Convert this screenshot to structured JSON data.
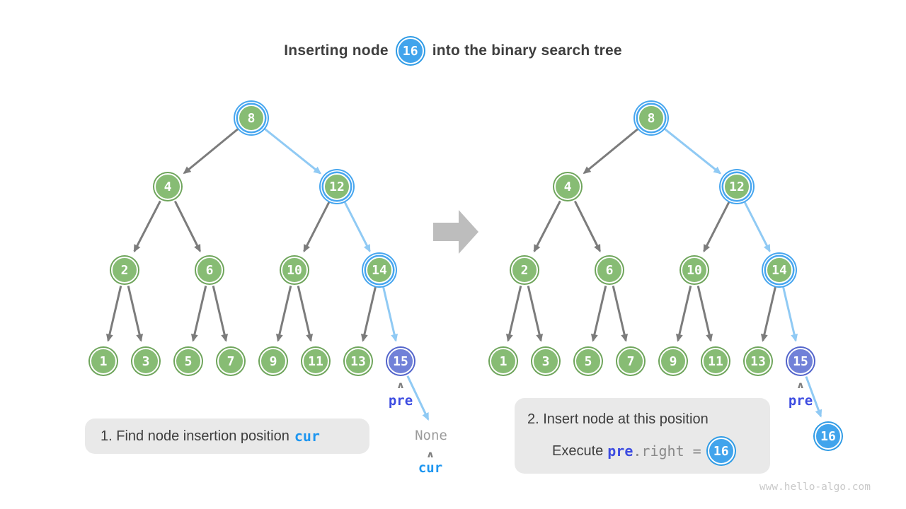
{
  "title": {
    "before": "Inserting node",
    "node_value": "16",
    "after": "into the binary search tree"
  },
  "trees": [
    {
      "id": "before",
      "nodes": [
        {
          "value": "8",
          "style": "visited"
        },
        {
          "value": "4",
          "style": "normal"
        },
        {
          "value": "12",
          "style": "visited"
        },
        {
          "value": "2",
          "style": "normal"
        },
        {
          "value": "6",
          "style": "normal"
        },
        {
          "value": "10",
          "style": "normal"
        },
        {
          "value": "14",
          "style": "visited"
        },
        {
          "value": "1",
          "style": "normal"
        },
        {
          "value": "3",
          "style": "normal"
        },
        {
          "value": "5",
          "style": "normal"
        },
        {
          "value": "7",
          "style": "normal"
        },
        {
          "value": "9",
          "style": "normal"
        },
        {
          "value": "11",
          "style": "normal"
        },
        {
          "value": "13",
          "style": "normal"
        },
        {
          "value": "15",
          "style": "pre"
        }
      ],
      "edges": [
        {
          "from": "8",
          "to": "4",
          "style": "normal"
        },
        {
          "from": "8",
          "to": "12",
          "style": "path"
        },
        {
          "from": "4",
          "to": "2",
          "style": "normal"
        },
        {
          "from": "4",
          "to": "6",
          "style": "normal"
        },
        {
          "from": "12",
          "to": "10",
          "style": "normal"
        },
        {
          "from": "12",
          "to": "14",
          "style": "path"
        },
        {
          "from": "2",
          "to": "1",
          "style": "normal"
        },
        {
          "from": "2",
          "to": "3",
          "style": "normal"
        },
        {
          "from": "6",
          "to": "5",
          "style": "normal"
        },
        {
          "from": "6",
          "to": "7",
          "style": "normal"
        },
        {
          "from": "10",
          "to": "9",
          "style": "normal"
        },
        {
          "from": "10",
          "to": "11",
          "style": "normal"
        },
        {
          "from": "14",
          "to": "13",
          "style": "normal"
        },
        {
          "from": "14",
          "to": "15",
          "style": "path"
        },
        {
          "from": "15",
          "to": "None",
          "style": "path"
        }
      ],
      "pointer_pre": "pre",
      "pointer_cur": "cur",
      "none_label": "None"
    },
    {
      "id": "after",
      "nodes": [
        {
          "value": "8",
          "style": "visited"
        },
        {
          "value": "4",
          "style": "normal"
        },
        {
          "value": "12",
          "style": "visited"
        },
        {
          "value": "2",
          "style": "normal"
        },
        {
          "value": "6",
          "style": "normal"
        },
        {
          "value": "10",
          "style": "normal"
        },
        {
          "value": "14",
          "style": "visited"
        },
        {
          "value": "1",
          "style": "normal"
        },
        {
          "value": "3",
          "style": "normal"
        },
        {
          "value": "5",
          "style": "normal"
        },
        {
          "value": "7",
          "style": "normal"
        },
        {
          "value": "9",
          "style": "normal"
        },
        {
          "value": "11",
          "style": "normal"
        },
        {
          "value": "13",
          "style": "normal"
        },
        {
          "value": "15",
          "style": "pre"
        },
        {
          "value": "16",
          "style": "new"
        }
      ],
      "edges": [
        {
          "from": "8",
          "to": "4",
          "style": "normal"
        },
        {
          "from": "8",
          "to": "12",
          "style": "path"
        },
        {
          "from": "4",
          "to": "2",
          "style": "normal"
        },
        {
          "from": "4",
          "to": "6",
          "style": "normal"
        },
        {
          "from": "12",
          "to": "10",
          "style": "normal"
        },
        {
          "from": "12",
          "to": "14",
          "style": "path"
        },
        {
          "from": "2",
          "to": "1",
          "style": "normal"
        },
        {
          "from": "2",
          "to": "3",
          "style": "normal"
        },
        {
          "from": "6",
          "to": "5",
          "style": "normal"
        },
        {
          "from": "6",
          "to": "7",
          "style": "normal"
        },
        {
          "from": "10",
          "to": "9",
          "style": "normal"
        },
        {
          "from": "10",
          "to": "11",
          "style": "normal"
        },
        {
          "from": "14",
          "to": "13",
          "style": "normal"
        },
        {
          "from": "14",
          "to": "15",
          "style": "path"
        },
        {
          "from": "15",
          "to": "16",
          "style": "path"
        }
      ],
      "pointer_pre": "pre"
    }
  ],
  "captions": {
    "step1": {
      "text": "1. Find node insertion position",
      "code": "cur"
    },
    "step2": {
      "line1": "2. Insert node at this position",
      "line2_prefix": "Execute",
      "code_pre": "pre",
      "code_rest": ".right = ",
      "node_value": "16"
    }
  },
  "icons": {
    "caret_up": "∧"
  },
  "watermark": "www.hello-algo.com",
  "colors": {
    "node_green_fill": "#87BC74",
    "node_green_stroke": "#6FA55C",
    "node_purple_fill": "#7181D8",
    "node_purple_stroke": "#5365CB",
    "node_blue_fill": "#41A4EC",
    "node_blue_stroke": "#2F9BE5",
    "highlight_ring_blue": "#47A6EF",
    "edge_gray": "#7C7C7C",
    "edge_path_blue": "#90CAF4",
    "transition_arrow_gray": "#BDBDBD",
    "caption_bg": "#E9E9E9",
    "text_dark": "#3D3D3D",
    "code_pre_indigo": "#3D4CE1",
    "code_cur_blue": "#1E96F0",
    "code_gray": "#8A8A8A",
    "none_gray": "#9C9C9C",
    "watermark_gray": "#C9C9C9"
  }
}
